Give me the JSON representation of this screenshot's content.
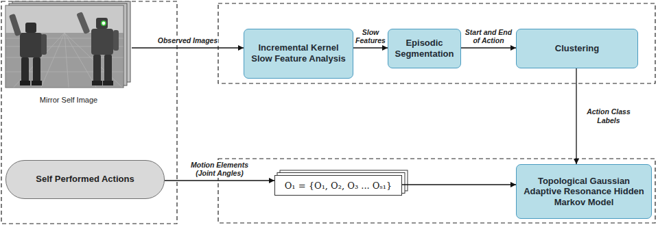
{
  "diagram": {
    "nodes": [
      {
        "text": [
          "Mirror Self Image"
        ]
      },
      {
        "text": [
          "Incremental Kernel Slow Feature Analysis"
        ]
      },
      {
        "text": [
          "Episodic Segmentation"
        ]
      },
      {
        "text": [
          "Clustering"
        ]
      },
      {
        "text": [
          "Self Performed Actions"
        ]
      },
      {
        "text": [
          "O₁ = {O₁, O₂, O₃ ... Oₛ₁}"
        ]
      },
      {
        "text": [
          "Topological Gaussian Adaptive Resonance Hidden Markov Model"
        ]
      }
    ],
    "edges": [
      {
        "from": 0,
        "to": 1,
        "arrow": "to",
        "label": "Observed Images"
      },
      {
        "from": 1,
        "to": 2,
        "arrow": "to",
        "label": "Slow Features"
      },
      {
        "from": 2,
        "to": 3,
        "arrow": "to",
        "label": "Start and End of Action"
      },
      {
        "from": 3,
        "to": 6,
        "arrow": "to",
        "label": "Action Class Labels"
      },
      {
        "from": 4,
        "to": 5,
        "arrow": "to",
        "label": "Motion Elements (Joint Angles)"
      },
      {
        "from": 5,
        "to": 6,
        "arrow": "to"
      }
    ]
  }
}
